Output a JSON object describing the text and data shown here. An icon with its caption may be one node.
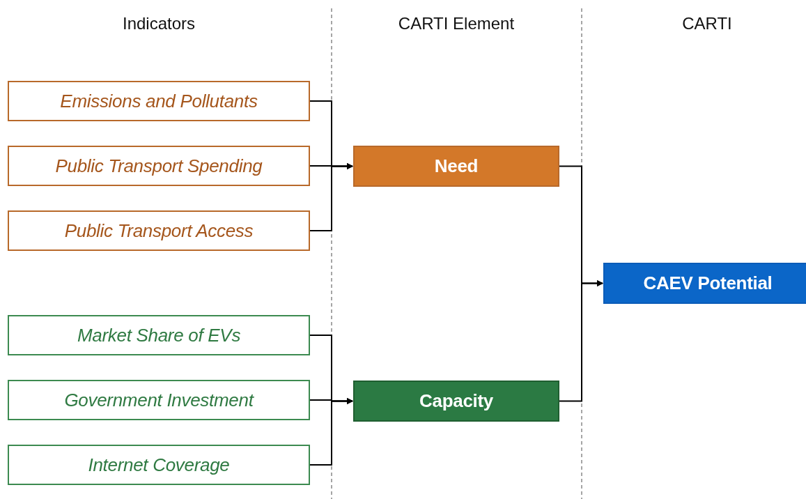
{
  "diagram": {
    "nodes": [
      {
        "text": [
          "Emissions and Pollutants"
        ]
      },
      {
        "text": [
          "Public Transport Spending"
        ]
      },
      {
        "text": [
          "Public Transport Access"
        ]
      },
      {
        "text": [
          "Market Share of EVs"
        ]
      },
      {
        "text": [
          "Government Investment"
        ]
      },
      {
        "text": [
          "Internet Coverage"
        ]
      },
      {
        "text": [
          "Need"
        ]
      },
      {
        "text": [
          "Capacity"
        ]
      },
      {
        "text": [
          "CAEV Potential"
        ]
      }
    ],
    "edges": [
      {
        "from": 0,
        "to": 6,
        "arrow": "to"
      },
      {
        "from": 1,
        "to": 6,
        "arrow": "to"
      },
      {
        "from": 2,
        "to": 6,
        "arrow": "to"
      },
      {
        "from": 3,
        "to": 7,
        "arrow": "to"
      },
      {
        "from": 4,
        "to": 7,
        "arrow": "to"
      },
      {
        "from": 5,
        "to": 7,
        "arrow": "to"
      },
      {
        "from": 6,
        "to": 8,
        "arrow": "to"
      },
      {
        "from": 7,
        "to": 8,
        "arrow": "to"
      }
    ],
    "labels": [
      "Indicators",
      "CARTI Element",
      "CARTI"
    ]
  }
}
